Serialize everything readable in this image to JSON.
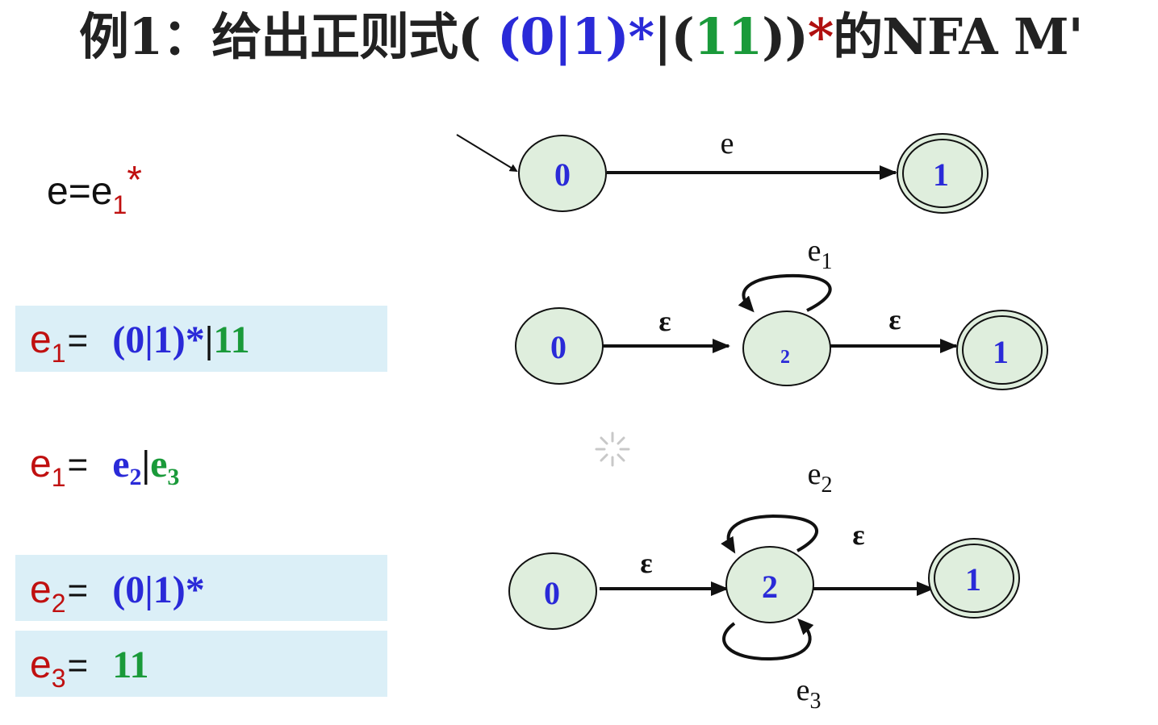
{
  "title": {
    "prefix": "例1：给出正则式(",
    "blue_part": " (0|1)*",
    "bar": "|(",
    "green_part": "11",
    "close": "))",
    "star": "*",
    "suffix": "的NFA  M'"
  },
  "equations": [
    {
      "lhs": "e",
      "lhs_sub": "",
      "lhs_color": "#111111",
      "tail_lhs": "=e",
      "tail_sub": "1",
      "tail_star": "*"
    },
    {
      "lhs": "e",
      "lhs_sub": "1",
      "rhs_blue": "(0|1)*",
      "rhs_black": "|",
      "rhs_green": "11"
    },
    {
      "lhs": "e",
      "lhs_sub": "1",
      "rhs_e2": "e",
      "rhs_e2_sub": "2",
      "rhs_black": "|",
      "rhs_e3": "e",
      "rhs_e3_sub": "3"
    },
    {
      "lhs": "e",
      "lhs_sub": "2",
      "rhs_blue": "(0|1)*"
    },
    {
      "lhs": "e",
      "lhs_sub": "3",
      "rhs_green": "11"
    }
  ],
  "diagrams": {
    "d1": {
      "state0": "0",
      "state1": "1",
      "edge_label": "e"
    },
    "d2": {
      "state0": "0",
      "state2": "2",
      "state1": "1",
      "eps1": "ε",
      "eps2": "ε",
      "loop_label": "e",
      "loop_sub": "1"
    },
    "d3": {
      "state0": "0",
      "state2": "2",
      "state1": "1",
      "eps1": "ε",
      "eps2": "ε",
      "loop_top_label": "e",
      "loop_top_sub": "2",
      "loop_bottom_label": "e",
      "loop_bottom_sub": "3"
    }
  },
  "colors": {
    "blue": "#2a2ad8",
    "green": "#1a9a3a",
    "red": "#c01010",
    "box": "#dbeff7",
    "state_fill": "#dfeedd"
  }
}
